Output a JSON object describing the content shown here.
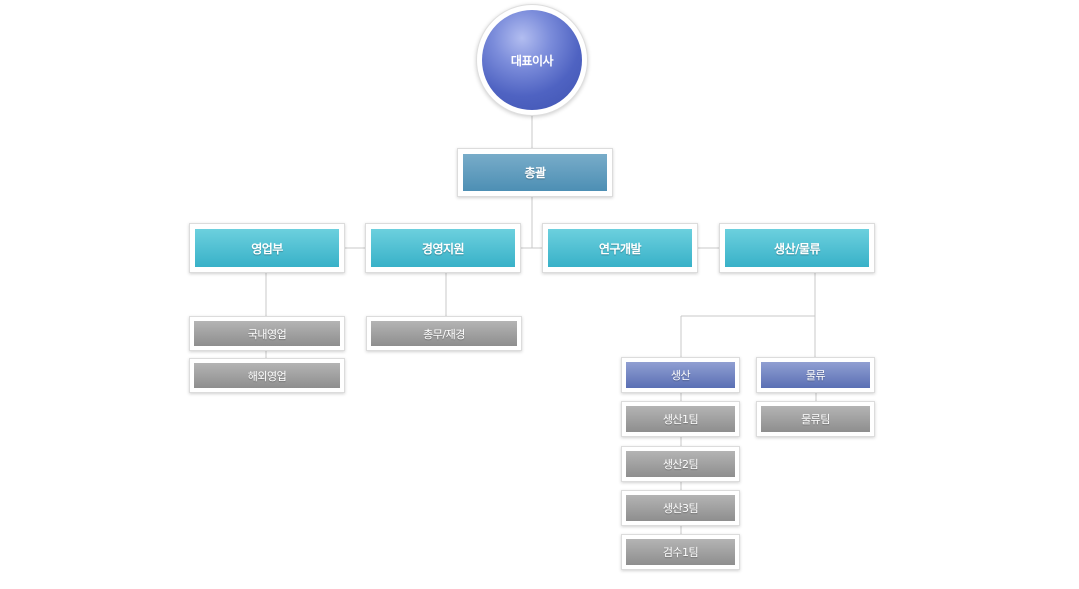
{
  "ceo": "대표이사",
  "general": "총괄",
  "departments": {
    "sales": "영업부",
    "admin": "경영지원",
    "rnd": "연구개발",
    "production_logistics": "생산/물류"
  },
  "teams": {
    "domestic_sales": "국내영업",
    "overseas_sales": "해외영업",
    "general_finance": "총무/재경",
    "production": "생산",
    "logistics": "물류",
    "production_team1": "생산1팀",
    "production_team2": "생산2팀",
    "production_team3": "생산3팀",
    "inspection_team1": "검수1팀",
    "logistics_team": "물류팀"
  },
  "colors": {
    "ceo": "#4f63c2",
    "general": "#5c97b9",
    "department": "#44b8cc",
    "team": "#9e9e9e",
    "subgroup": "#6a7dbd",
    "connector": "#c8c8c8"
  }
}
